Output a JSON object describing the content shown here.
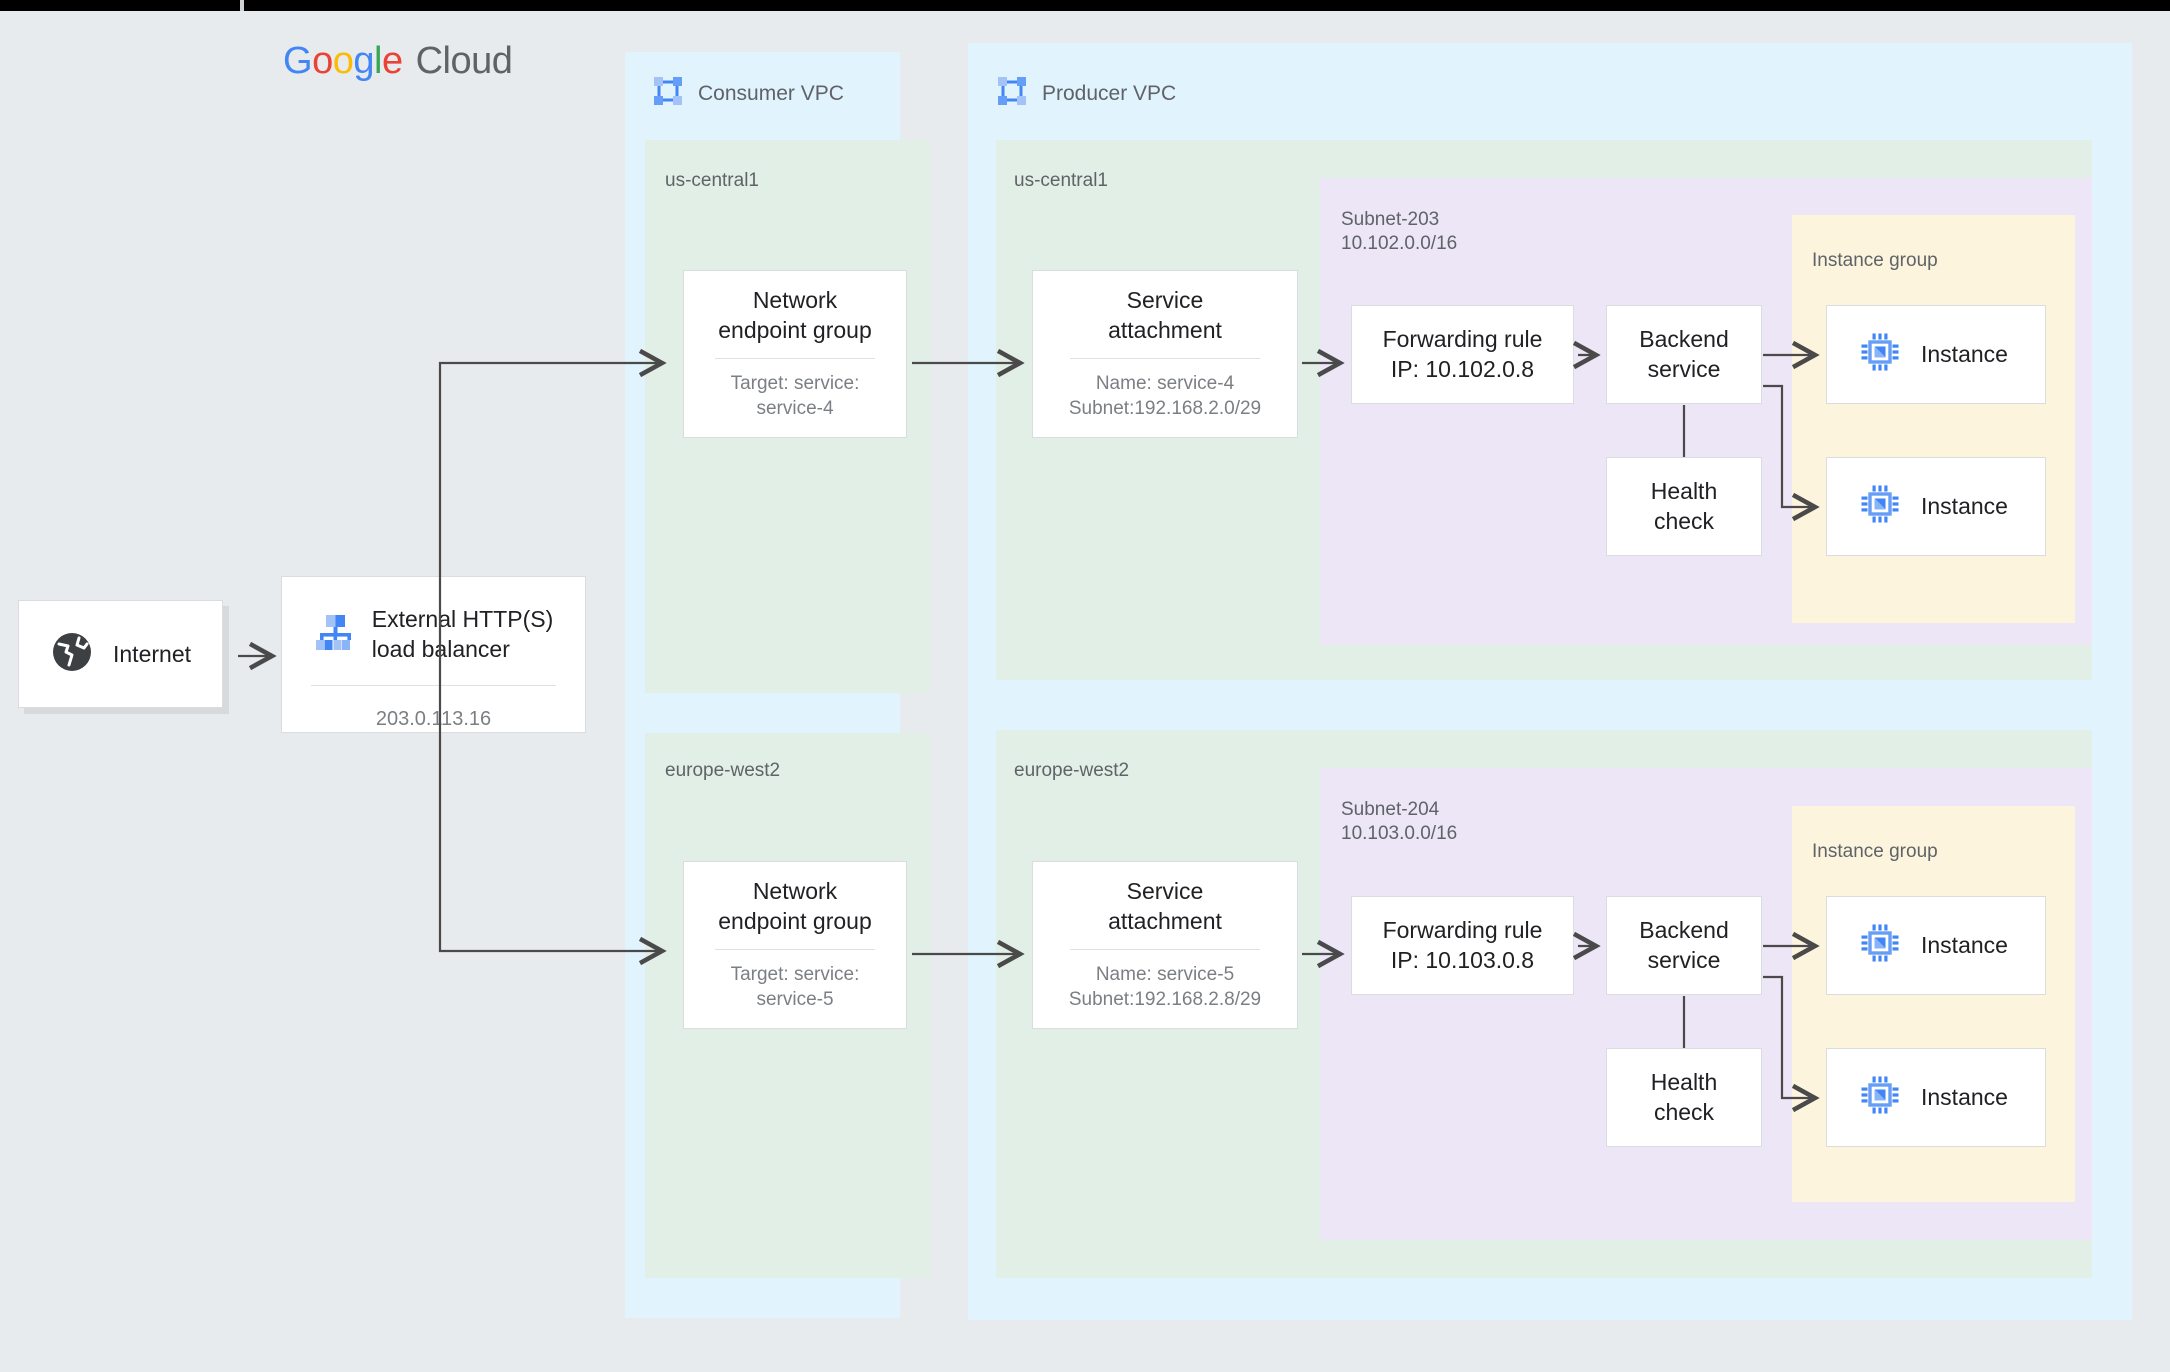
{
  "brand": {
    "letters": [
      "G",
      "o",
      "o",
      "g",
      "l",
      "e"
    ],
    "word": "Cloud"
  },
  "internet": {
    "label": "Internet",
    "icon": "globe-icon"
  },
  "load_balancer": {
    "title_line1": "External HTTP(S)",
    "title_line2": "load balancer",
    "ip": "203.0.113.16",
    "icon": "load-balancer-icon"
  },
  "consumer_vpc": {
    "title": "Consumer VPC",
    "icon": "vpc-icon",
    "regions": [
      {
        "name": "us-central1",
        "neg": {
          "title_line1": "Network",
          "title_line2": "endpoint group",
          "sub_line1": "Target: service:",
          "sub_line2": "service-4"
        }
      },
      {
        "name": "europe-west2",
        "neg": {
          "title_line1": "Network",
          "title_line2": "endpoint group",
          "sub_line1": "Target: service:",
          "sub_line2": "service-5"
        }
      }
    ]
  },
  "producer_vpc": {
    "title": "Producer VPC",
    "icon": "vpc-icon",
    "regions": [
      {
        "name": "us-central1",
        "service_attachment": {
          "title_line1": "Service",
          "title_line2": "attachment",
          "sub_line1": "Name: service-4",
          "sub_line2": "Subnet:192.168.2.0/29"
        },
        "subnet": {
          "name": "Subnet-203",
          "cidr": "10.102.0.0/16"
        },
        "forwarding_rule": {
          "line1": "Forwarding rule",
          "line2": "IP: 10.102.0.8"
        },
        "backend_service": {
          "line1": "Backend",
          "line2": "service"
        },
        "health_check": {
          "line1": "Health",
          "line2": "check"
        },
        "instance_group": {
          "label": "Instance group",
          "instances": [
            {
              "label": "Instance",
              "icon": "instance-chip-icon"
            },
            {
              "label": "Instance",
              "icon": "instance-chip-icon"
            }
          ]
        }
      },
      {
        "name": "europe-west2",
        "service_attachment": {
          "title_line1": "Service",
          "title_line2": "attachment",
          "sub_line1": "Name: service-5",
          "sub_line2": "Subnet:192.168.2.8/29"
        },
        "subnet": {
          "name": "Subnet-204",
          "cidr": "10.103.0.0/16"
        },
        "forwarding_rule": {
          "line1": "Forwarding rule",
          "line2": "IP: 10.103.0.8"
        },
        "backend_service": {
          "line1": "Backend",
          "line2": "service"
        },
        "health_check": {
          "line1": "Health",
          "line2": "check"
        },
        "instance_group": {
          "label": "Instance group",
          "instances": [
            {
              "label": "Instance",
              "icon": "instance-chip-icon"
            },
            {
              "label": "Instance",
              "icon": "instance-chip-icon"
            }
          ]
        }
      }
    ]
  },
  "colors": {
    "page_background": "#e8ebed",
    "vpc_blue": "#e1f3fd",
    "region_green": "#e2efe6",
    "subnet_purple": "#ece6f6",
    "instance_group_yellow": "#fdf4de",
    "edge_gray": "#4a4a4a",
    "accent_blue": "#4285F4",
    "text_primary": "#202124",
    "text_secondary": "#5f6368"
  }
}
